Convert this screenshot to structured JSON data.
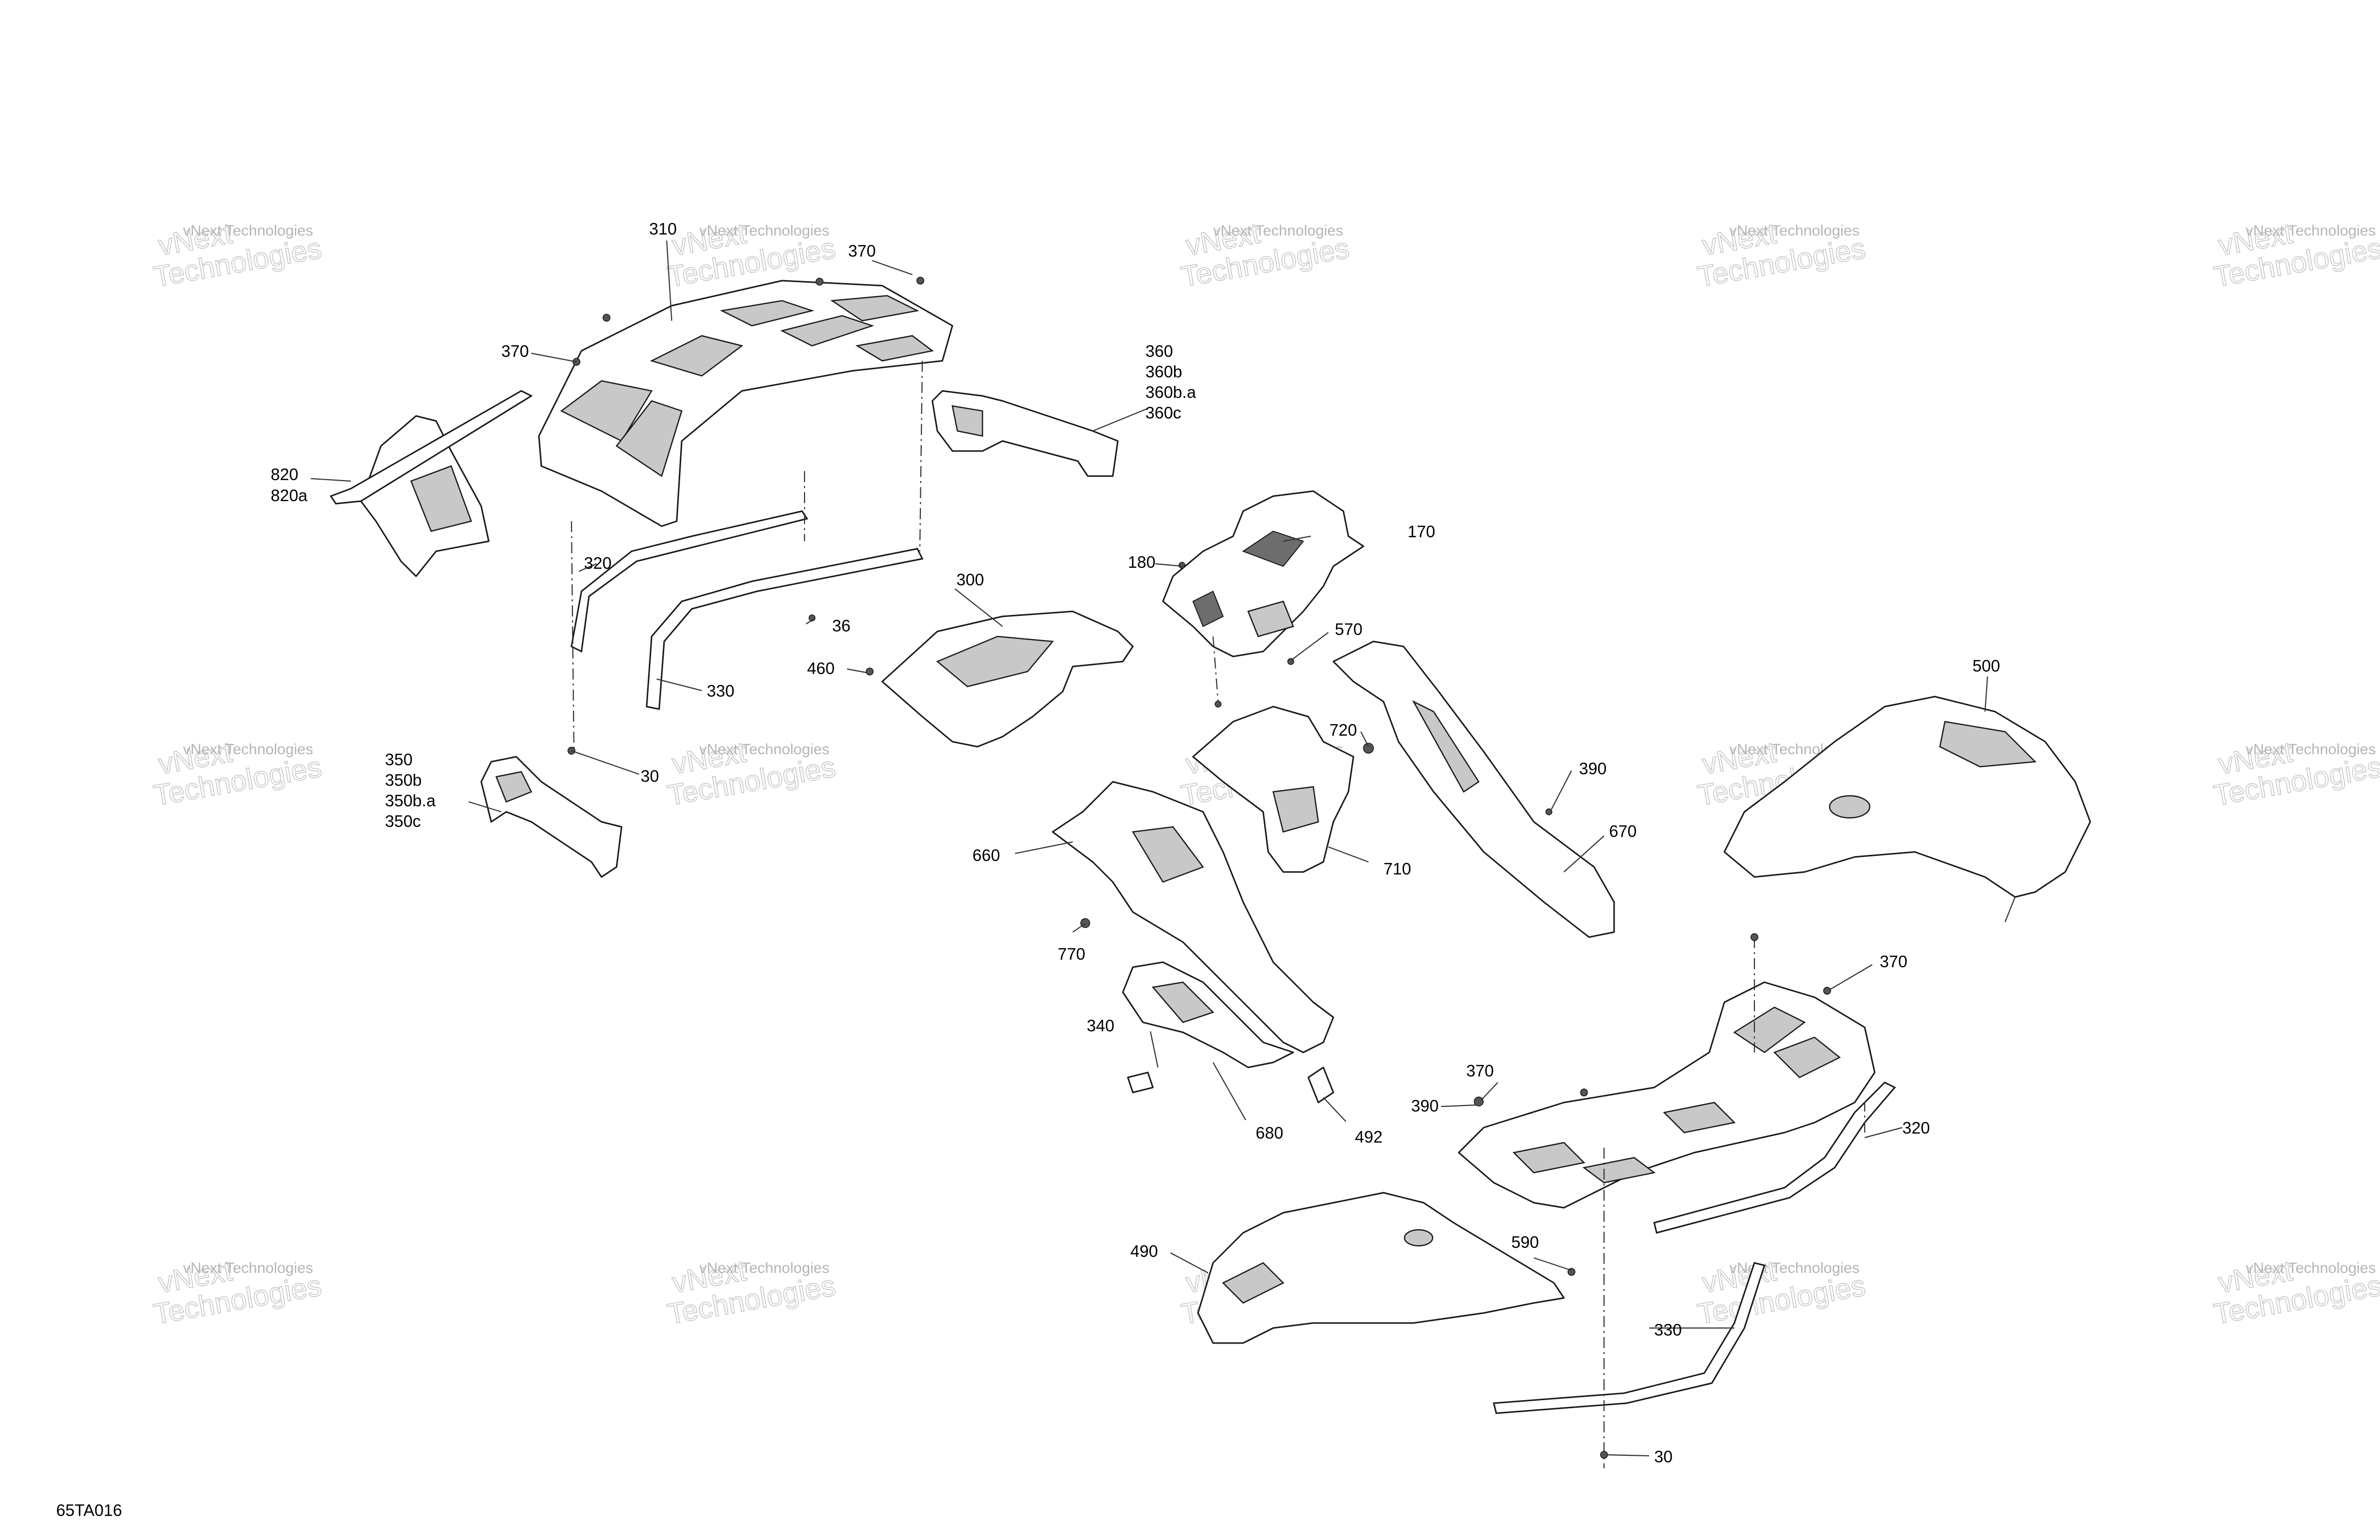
{
  "watermark": {
    "line1": "vNext",
    "line2": "Technologies",
    "full": "vNext Technologies"
  },
  "reference_code": "65TA016",
  "callouts": {
    "c310": "310",
    "c370_a": "370",
    "c370_b": "370",
    "c370_c": "370",
    "c370_d": "370",
    "c360": "360",
    "c360b": "360b",
    "c360ba": "360b.a",
    "c360c": "360c",
    "c820": "820",
    "c820a": "820a",
    "c320_a": "320",
    "c320_b": "320",
    "c330_a": "330",
    "c330_b": "330",
    "c36": "36",
    "c460": "460",
    "c300": "300",
    "c30_a": "30",
    "c30_b": "30",
    "c350": "350",
    "c350b": "350b",
    "c350ba": "350b.a",
    "c350c": "350c",
    "c180": "180",
    "c170": "170",
    "c570": "570",
    "c720": "720",
    "c710": "710",
    "c660": "660",
    "c770": "770",
    "c390_a": "390",
    "c390_b": "390",
    "c670": "670",
    "c500": "500",
    "c340": "340",
    "c680": "680",
    "c492": "492",
    "c490": "490",
    "c590": "590"
  }
}
